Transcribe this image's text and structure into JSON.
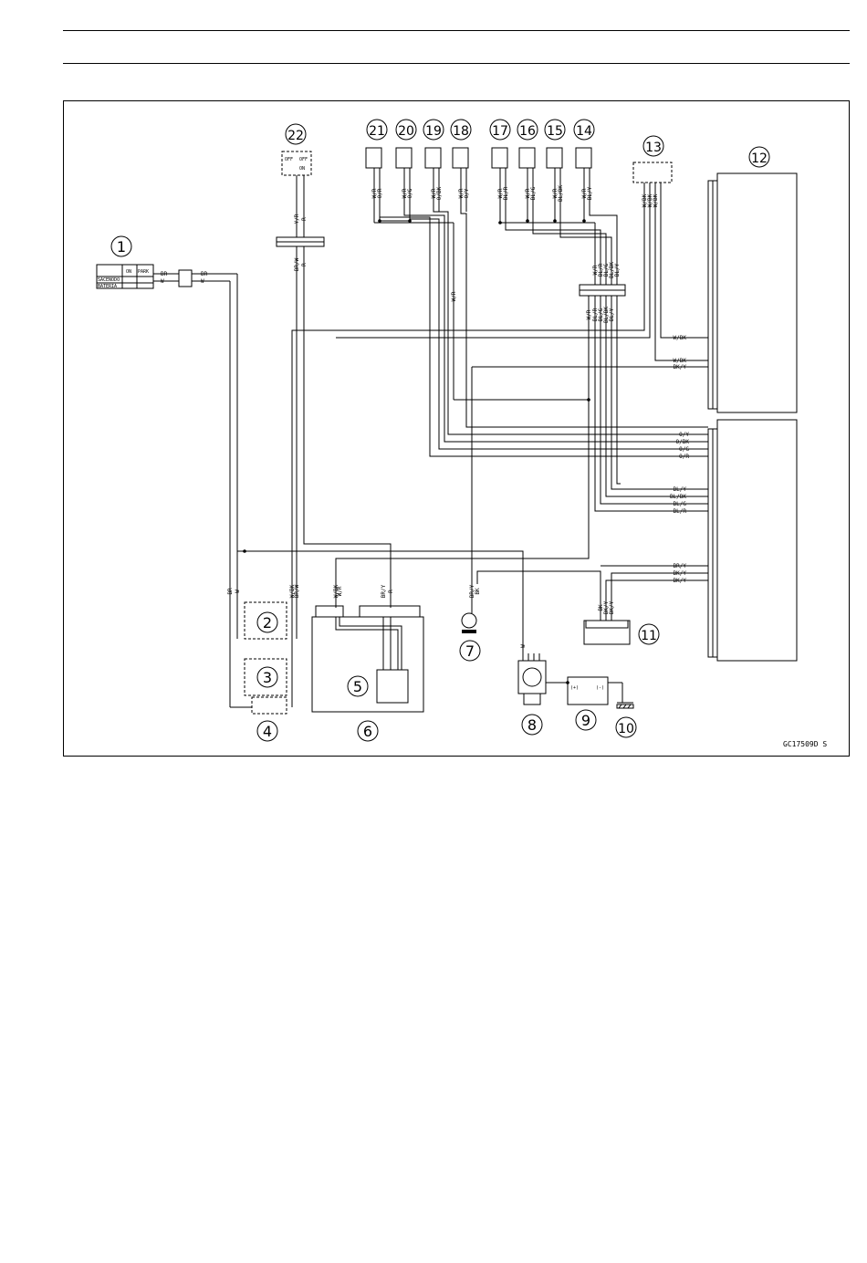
{
  "diagram": {
    "code": "GC17509D  S",
    "callouts": [
      "1",
      "2",
      "3",
      "4",
      "5",
      "6",
      "7",
      "8",
      "9",
      "10",
      "11",
      "12",
      "13",
      "14",
      "15",
      "16",
      "17",
      "18",
      "19",
      "20",
      "21",
      "22"
    ],
    "switch_table": {
      "head_on": "ON",
      "head_park": "PARK",
      "row1": "SACENODO",
      "row2": "BATERIA"
    },
    "ign_labels": [
      "OFF",
      "OFF",
      "ON"
    ],
    "wire_labels": {
      "c21": "W/R",
      "c21b": "O/R",
      "c20": "W/R",
      "c20b": "O/G",
      "c19": "W/R",
      "c19b": "O/BK",
      "c18": "W/R",
      "c18b": "O/Y",
      "c17": "W/R",
      "c17b": "BL/R",
      "c16": "W/R",
      "c16b": "BL/G",
      "c15": "W/R",
      "c15b": "BL/BK",
      "c14": "W/R",
      "c14b": "BL/Y",
      "c13a": "W/BK",
      "c13b": "W/BK",
      "c13c": "W/BK",
      "j22a": "Y/R",
      "j22b": "R",
      "j22c": "BR/W",
      "j22d": "R",
      "c1a": "BR",
      "c1b": "W",
      "c1c": "BR",
      "c1d": "W",
      "hub1": "W/R",
      "hub2": "BL/R",
      "hub3": "BL/G",
      "hub4": "BL/BK",
      "hub5": "BL/Y",
      "hubL1": "W/R",
      "hubL2": "BL/R",
      "hubL3": "BL/G",
      "hubL4": "BL/BK",
      "hubL5": "BL/Y",
      "m1": "W/R",
      "r1": "W/BK",
      "r2": "W/BK",
      "r3": "BK/Y",
      "r4": "O/Y",
      "r5": "O/BK",
      "r6": "O/G",
      "r7": "O/R",
      "r8": "BL/Y",
      "r9": "BL/BK",
      "r10": "BL/G",
      "r11": "BL/R",
      "r12": "BR/Y",
      "r13": "BK/Y",
      "r14": "BK/Y",
      "b1": "BR",
      "b2": "W",
      "b3": "W/BK",
      "b4": "BR/W",
      "b5": "W/BK",
      "b6": "W/R",
      "b7": "BR/Y",
      "b8": "R",
      "b9": "BR/Y",
      "b10": "BK",
      "b11": "BK",
      "b12": "BK/Y",
      "b13": "BK/Y",
      "b14": "W",
      "batp": "(+)",
      "batn": "(-)"
    }
  }
}
